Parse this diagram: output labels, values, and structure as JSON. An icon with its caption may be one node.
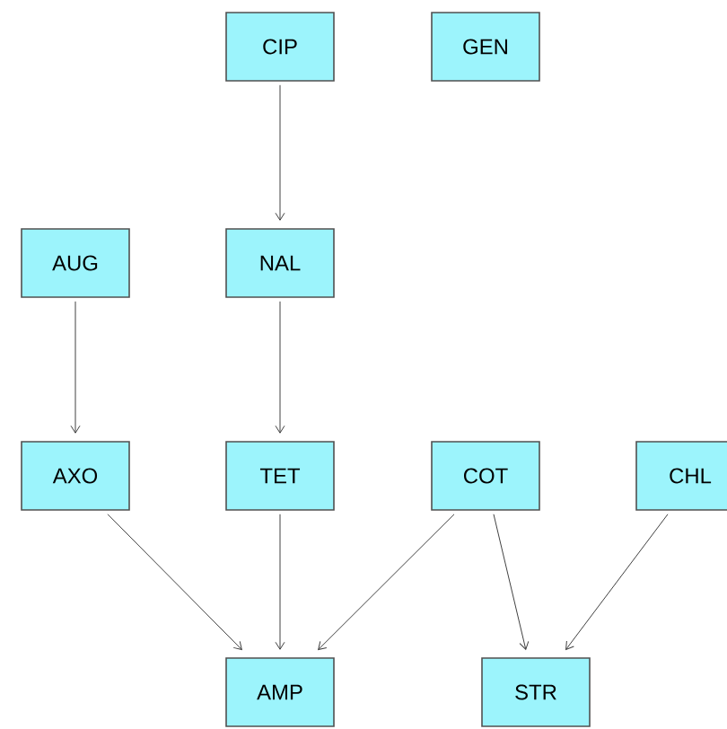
{
  "diagram": {
    "nodes": [
      {
        "text": [
          "CIP"
        ]
      },
      {
        "text": [
          "GEN"
        ]
      },
      {
        "text": [
          "AUG"
        ]
      },
      {
        "text": [
          "NAL"
        ]
      },
      {
        "text": [
          "AXO"
        ]
      },
      {
        "text": [
          "TET"
        ]
      },
      {
        "text": [
          "COT"
        ]
      },
      {
        "text": [
          "CHL"
        ]
      },
      {
        "text": [
          "AMP"
        ]
      },
      {
        "text": [
          "STR"
        ]
      }
    ],
    "edges": [
      {
        "from": 0,
        "to": 3,
        "arrow": "to"
      },
      {
        "from": 2,
        "to": 4,
        "arrow": "to"
      },
      {
        "from": 3,
        "to": 5,
        "arrow": "to"
      },
      {
        "from": 4,
        "to": 8,
        "arrow": "to"
      },
      {
        "from": 5,
        "to": 8,
        "arrow": "to"
      },
      {
        "from": 6,
        "to": 8,
        "arrow": "to"
      },
      {
        "from": 6,
        "to": 9,
        "arrow": "to"
      },
      {
        "from": 7,
        "to": 9,
        "arrow": "to"
      }
    ]
  }
}
